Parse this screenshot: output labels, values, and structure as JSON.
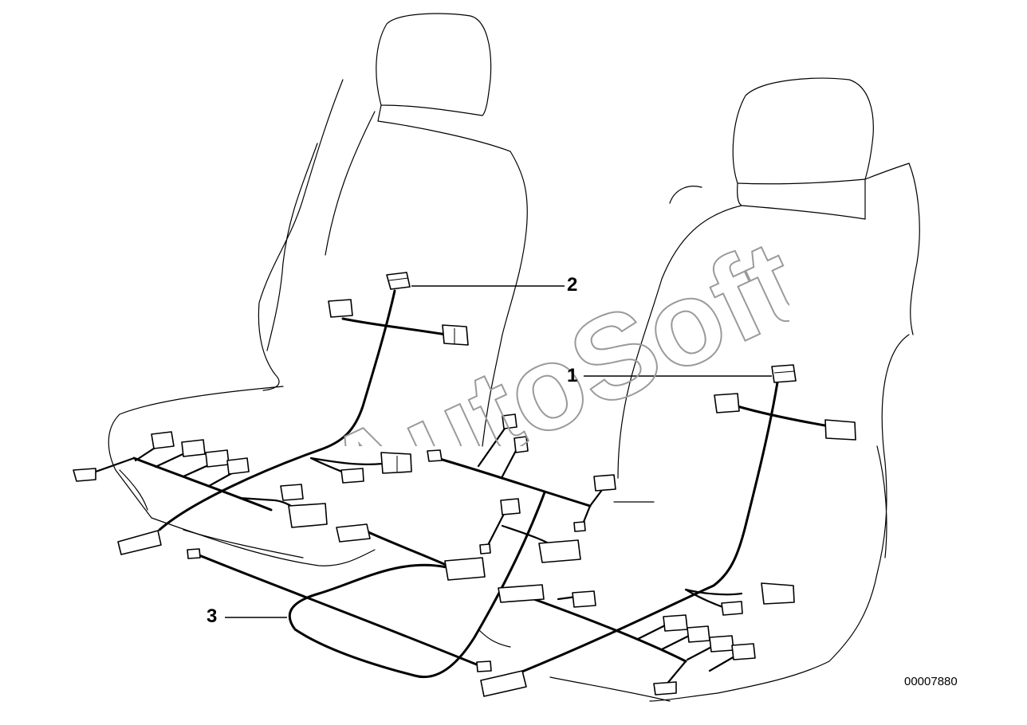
{
  "diagram": {
    "callouts": [
      {
        "id": "1",
        "label": "1"
      },
      {
        "id": "2",
        "label": "2"
      },
      {
        "id": "3",
        "label": "3"
      }
    ],
    "document_number": "00007880",
    "watermark": "AutoSoft"
  }
}
